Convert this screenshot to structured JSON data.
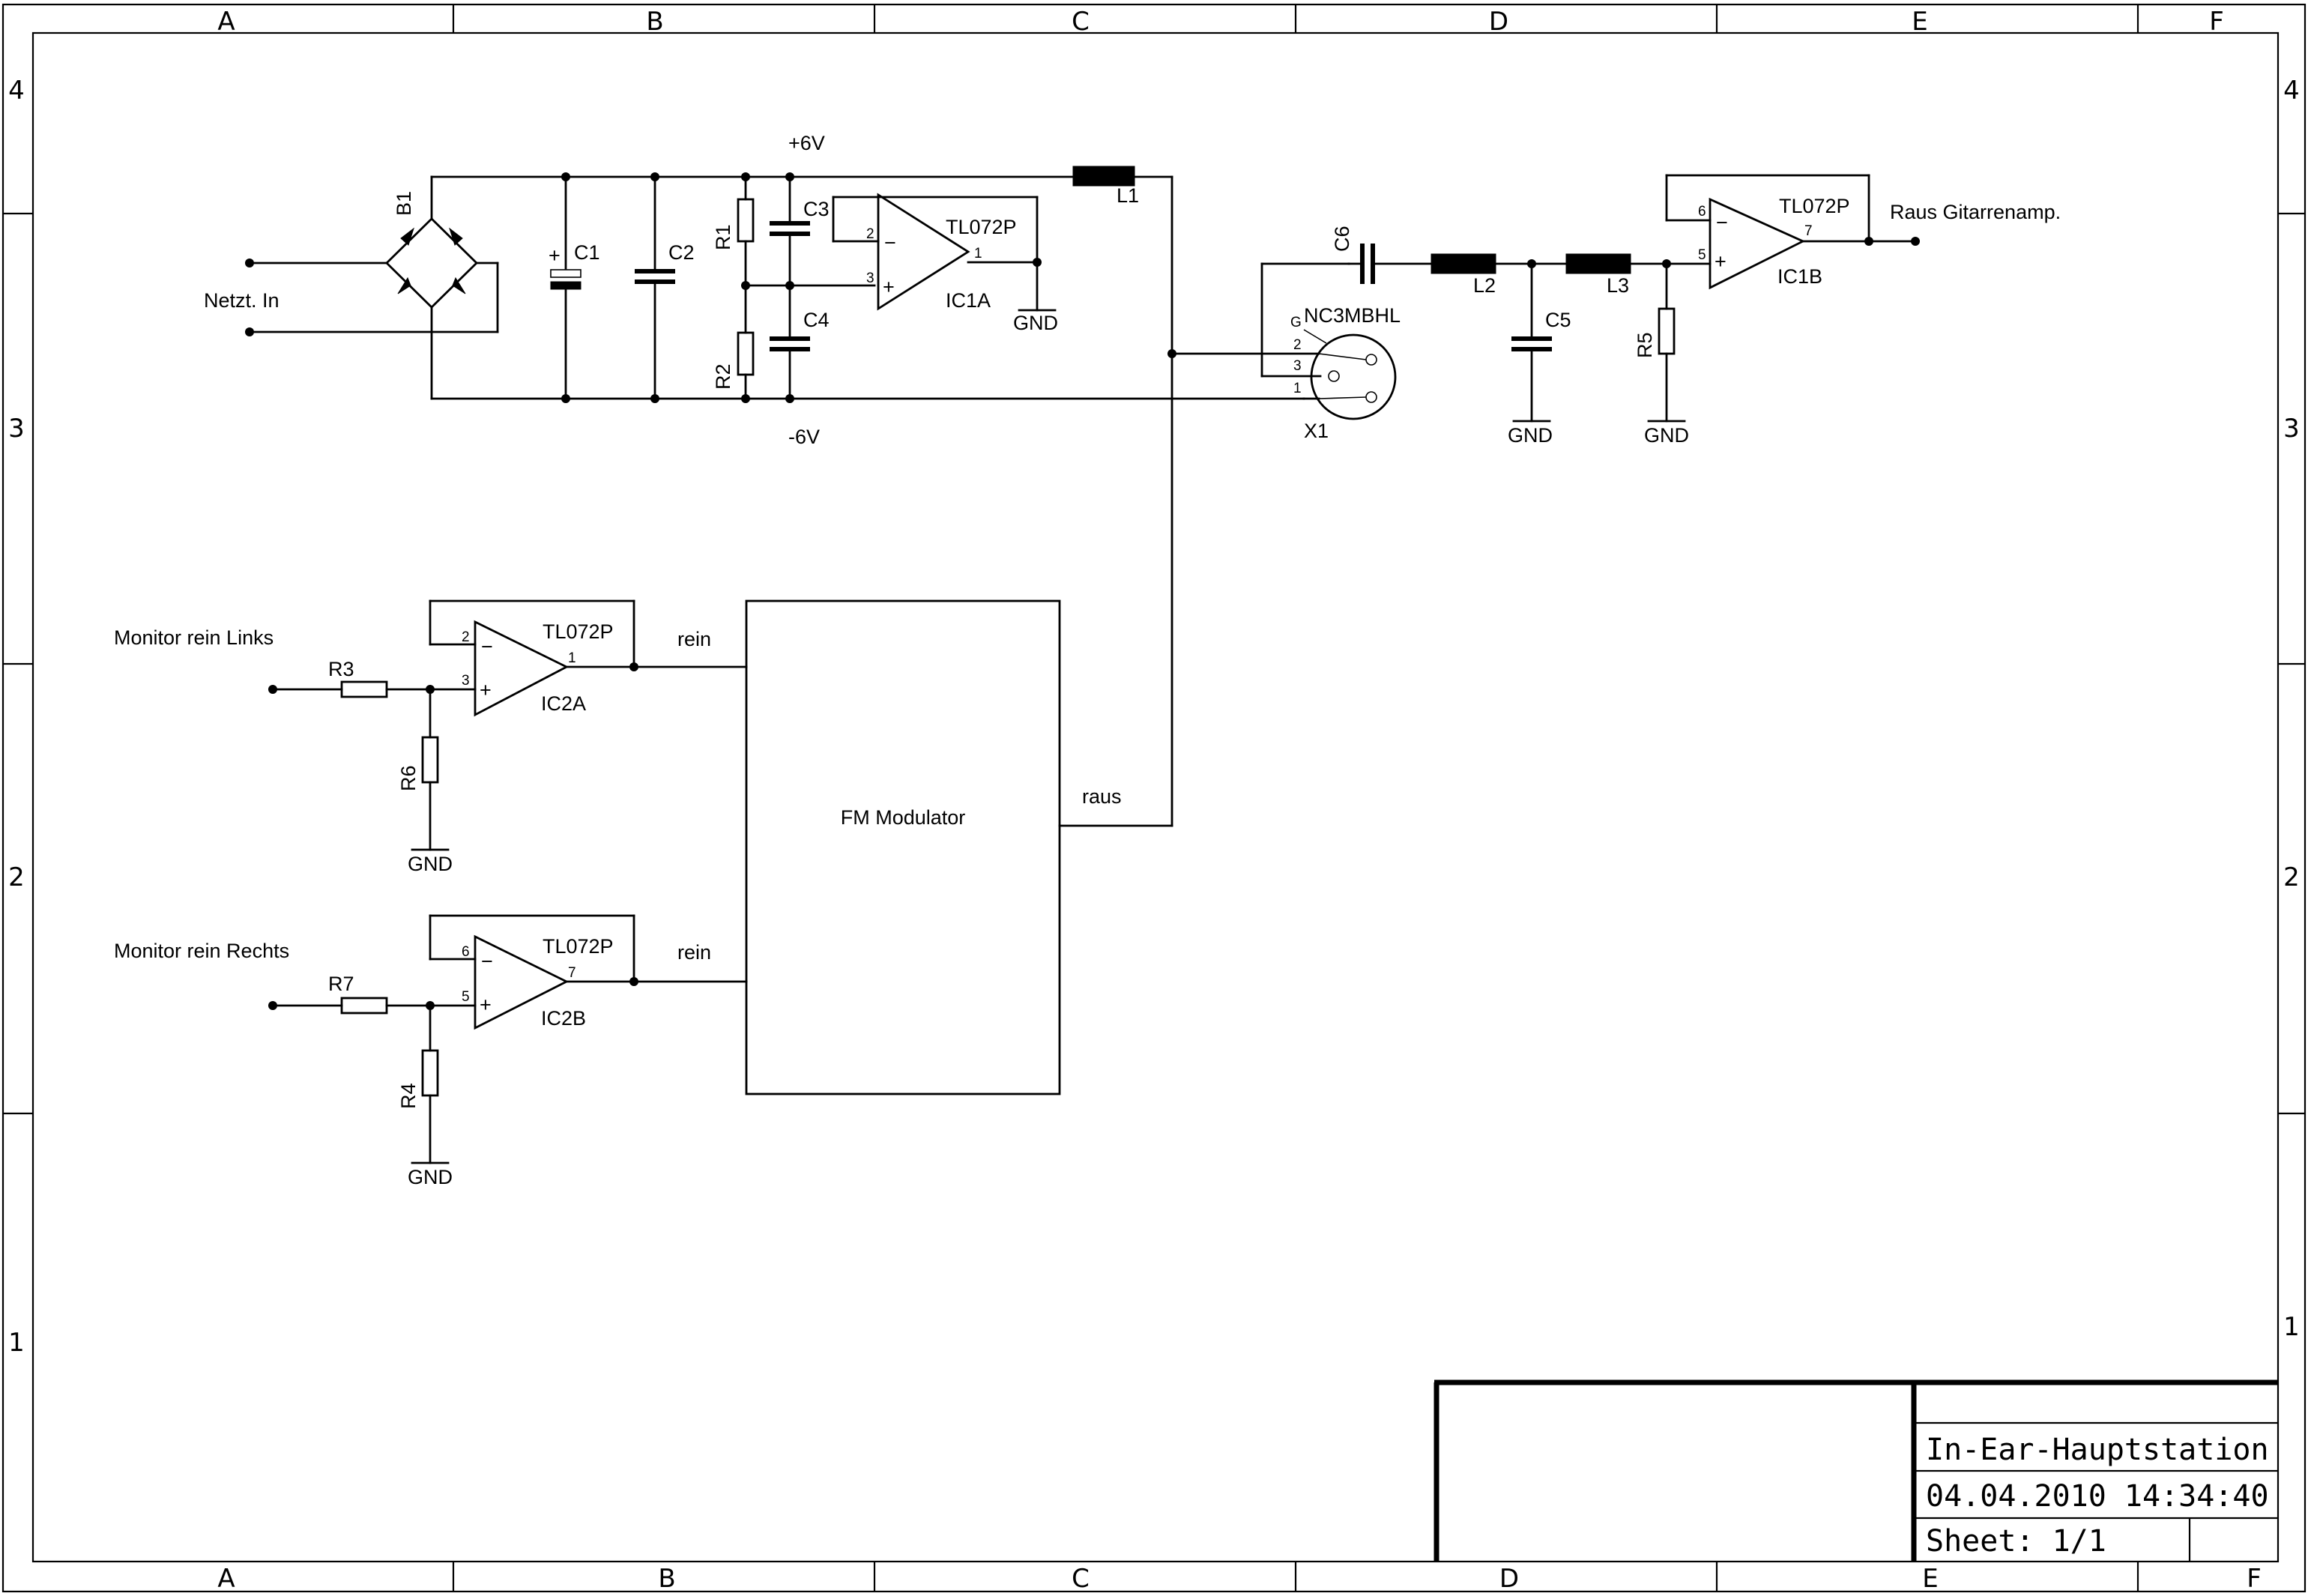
{
  "grid": {
    "columns": [
      "A",
      "B",
      "C",
      "D",
      "E",
      "F"
    ],
    "rows": [
      "4",
      "3",
      "2",
      "1"
    ]
  },
  "title_block": {
    "title": "In-Ear-Hauptstation",
    "datetime": "04.04.2010 14:34:40",
    "sheet": "Sheet: 1/1"
  },
  "supply": {
    "input": "Netzt. In",
    "pos_rail": "+6V",
    "neg_rail": "-6V",
    "bridge": "B1",
    "c1": "C1",
    "c2": "C2",
    "c3": "C3",
    "c4": "C4",
    "r1": "R1",
    "r2": "R2",
    "l1": "L1"
  },
  "ic1a": {
    "part": "TL072P",
    "name": "IC1A",
    "pin_in_neg": "2",
    "pin_in_pos": "3",
    "pin_out": "1"
  },
  "ic1b": {
    "part": "TL072P",
    "name": "IC1B",
    "pin_in_neg": "6",
    "pin_in_pos": "5",
    "pin_out": "7"
  },
  "ic2a": {
    "part": "TL072P",
    "name": "IC2A",
    "pin_in_neg": "2",
    "pin_in_pos": "3",
    "pin_out": "1"
  },
  "ic2b": {
    "part": "TL072P",
    "name": "IC2B",
    "pin_in_neg": "6",
    "pin_in_pos": "5",
    "pin_out": "7"
  },
  "connector": {
    "part": "NC3MBHL",
    "name": "X1",
    "pin_g": "G",
    "pin_2": "2",
    "pin_3": "3",
    "pin_1": "1"
  },
  "filter": {
    "c5": "C5",
    "c6": "C6",
    "l2": "L2",
    "l3": "L3",
    "r5": "R5"
  },
  "output": "Raus Gitarrenamp.",
  "ground": "GND",
  "monitor_left": "Monitor rein Links",
  "monitor_right": "Monitor rein Rechts",
  "r3": "R3",
  "r4": "R4",
  "r6": "R6",
  "r7": "R7",
  "fm_block": {
    "name": "FM Modulator",
    "in_label": "rein",
    "out_label": "raus"
  }
}
